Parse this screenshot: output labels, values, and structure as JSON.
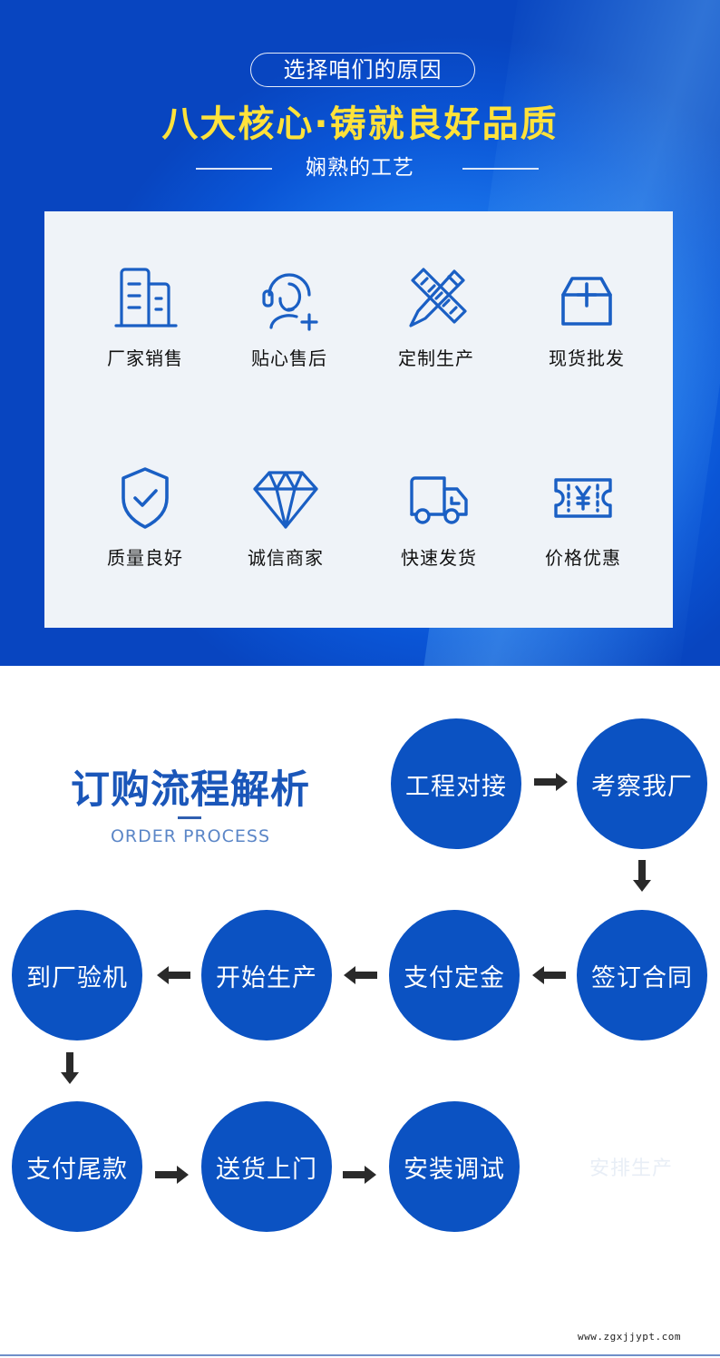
{
  "banner": {
    "pill_text": "选择咱们的原因",
    "headline": "八大核心·铸就良好品质",
    "subtitle": "娴熟的工艺"
  },
  "features": [
    {
      "label": "厂家销售",
      "icon": "factory-building-icon"
    },
    {
      "label": "贴心售后",
      "icon": "customer-service-icon"
    },
    {
      "label": "定制生产",
      "icon": "ruler-pencil-icon"
    },
    {
      "label": "现货批发",
      "icon": "box-icon"
    },
    {
      "label": "质量良好",
      "icon": "shield-check-icon"
    },
    {
      "label": "诚信商家",
      "icon": "diamond-icon"
    },
    {
      "label": "快速发货",
      "icon": "truck-icon"
    },
    {
      "label": "价格优惠",
      "icon": "yuan-ticket-icon"
    }
  ],
  "process": {
    "title": "订购流程解析",
    "subtitle": "ORDER PROCESS",
    "steps": [
      "工程对接",
      "考察我厂",
      "签订合同",
      "支付定金",
      "开始生产",
      "到厂验机",
      "支付尾款",
      "送货上门",
      "安装调试"
    ],
    "ghost_text": "安排生产"
  },
  "footer": {
    "site": "www.zgxjjypt.com"
  },
  "colors": {
    "banner_blue": "#0a55d6",
    "headline_yellow": "#ffe23a",
    "icon_blue": "#1a5fc4",
    "step_blue": "#0b52c2",
    "title_blue": "#1a56b9"
  }
}
